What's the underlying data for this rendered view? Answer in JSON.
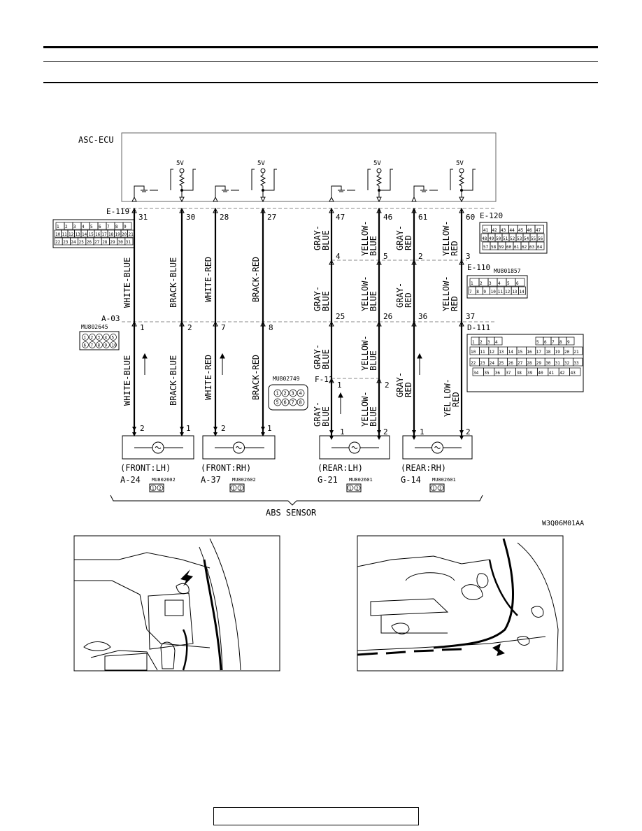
{
  "ecu": {
    "label": "ASC-ECU",
    "supply": "5V"
  },
  "connectors": {
    "e119": "E-119",
    "e120": "E-120",
    "e110": "E-110",
    "e110_part": "MU801857",
    "a03": "A-03",
    "a03_part": "MU802645",
    "d111": "D-111",
    "f11": "F-11",
    "f11_part": "MU802749"
  },
  "terminals": {
    "ecu": [
      "31",
      "30",
      "28",
      "27",
      "47",
      "46",
      "61",
      "60"
    ],
    "a03": [
      "1",
      "2",
      "7",
      "8"
    ],
    "e110": [
      "4",
      "5",
      "2",
      "3"
    ],
    "d111": [
      "25",
      "26",
      "36",
      "37"
    ],
    "f11": [
      "1",
      "2"
    ],
    "sensor": [
      "2",
      "1",
      "2",
      "1",
      "1",
      "2",
      "1",
      "2"
    ]
  },
  "wires": {
    "white_blue": "WHITE-BLUE",
    "brack_blue": "BRACK-BLUE",
    "white_red": "WHITE-RED",
    "brack_red": "BRACK-RED",
    "gray": "GRAY-",
    "blue": "BLUE",
    "yellow": "YELLOW-",
    "red": "RED",
    "yellow_split": "YEL",
    "yellow_rest": "LOW-"
  },
  "sensors": [
    {
      "name": "(FRONT:LH)",
      "code": "A-24",
      "part": "MU802602"
    },
    {
      "name": "(FRONT:RH)",
      "code": "A-37",
      "part": "MU802602"
    },
    {
      "name": "(REAR:LH)",
      "code": "G-21",
      "part": "MU802601"
    },
    {
      "name": "(REAR:RH)",
      "code": "G-14",
      "part": "MU802601"
    }
  ],
  "e119_pins": [
    "1",
    "2",
    "3",
    "4",
    "5",
    "6",
    "7",
    "8",
    "9",
    "10",
    "11",
    "12",
    "13",
    "14",
    "15",
    "16",
    "17",
    "18",
    "19",
    "20",
    "21",
    "22",
    "23",
    "24",
    "25",
    "26",
    "27",
    "28",
    "29",
    "30",
    "31"
  ],
  "e120_pins": [
    "41",
    "42",
    "43",
    "44",
    "45",
    "46",
    "47",
    "48",
    "49",
    "50",
    "51",
    "52",
    "53",
    "54",
    "55",
    "56",
    "57",
    "58",
    "59",
    "60",
    "61",
    "62",
    "63",
    "64"
  ],
  "e110_pins": [
    "1",
    "2",
    "3",
    "4",
    "5",
    "6",
    "7",
    "8",
    "9",
    "10",
    "11",
    "12",
    "13",
    "14"
  ],
  "a03_pins": [
    "1",
    "2",
    "3",
    "4",
    "5",
    "6",
    "7",
    "8",
    "9",
    "10"
  ],
  "f11_pins": [
    "1",
    "2",
    "3",
    "4",
    "5",
    "6",
    "7",
    "8"
  ],
  "d111_pins": [
    "1",
    "2",
    "3",
    "4",
    "5",
    "6",
    "7",
    "8",
    "9",
    "10",
    "11",
    "12",
    "13",
    "14",
    "15",
    "16",
    "17",
    "18",
    "19",
    "20",
    "21",
    "22",
    "23",
    "24",
    "25",
    "26",
    "27",
    "28",
    "29",
    "30",
    "31",
    "32",
    "33",
    "34",
    "35",
    "36",
    "37",
    "38",
    "39",
    "40",
    "41",
    "42",
    "43"
  ],
  "sensor_pins": [
    "1",
    "2"
  ],
  "group_label": "ABS SENSOR",
  "figure_code": "W3Q06M01AA"
}
